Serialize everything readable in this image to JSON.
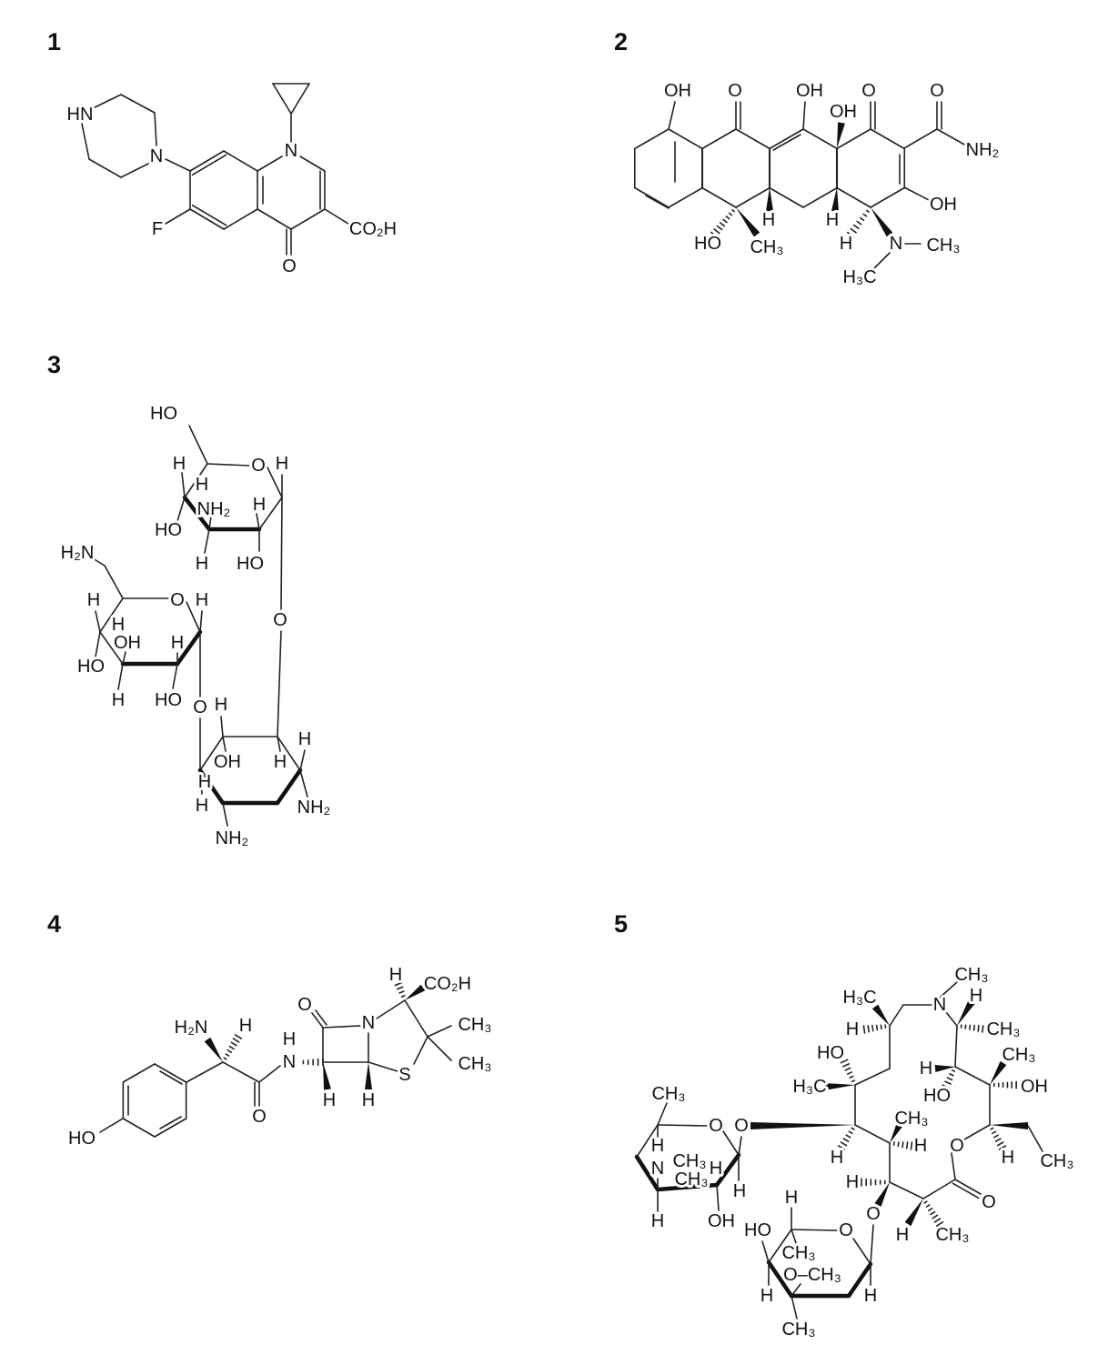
{
  "figure_labels": [
    "1",
    "2",
    "3",
    "4",
    "5"
  ],
  "molecules": [
    {
      "number": "1",
      "labels": [
        "HN",
        "N",
        "N",
        "F",
        "O",
        "CO₂H"
      ]
    },
    {
      "number": "2",
      "labels": [
        "OH",
        "O",
        "OH",
        "OH",
        "O",
        "O",
        "NH₂",
        "OH",
        "HO",
        "CH₃",
        "H",
        "H",
        "H",
        "N",
        "CH₃",
        "H₃C"
      ]
    },
    {
      "number": "3",
      "labels": [
        "HO",
        "H",
        "H",
        "NH₂",
        "H",
        "O",
        "H",
        "HO",
        "H",
        "HO",
        "H₂N",
        "H",
        "H",
        "O",
        "H",
        "OH",
        "H",
        "HO",
        "H",
        "HO",
        "O",
        "O",
        "H",
        "OH",
        "H",
        "H",
        "H",
        "H",
        "NH₂",
        "NH₂"
      ]
    },
    {
      "number": "4",
      "labels": [
        "H₂N",
        "H",
        "HO",
        "O",
        "H",
        "N",
        "O",
        "N",
        "H",
        "CO₂H",
        "CH₃",
        "CH₃",
        "S",
        "H",
        "H"
      ]
    },
    {
      "number": "5",
      "labels": [
        "CH₃",
        "H₃C",
        "N",
        "H",
        "H",
        "CH₃",
        "HO",
        "CH₃",
        "H",
        "H₃C",
        "HO",
        "OH",
        "CH₃",
        "O",
        "H",
        "H",
        "H",
        "CH₃",
        "H",
        "O",
        "O",
        "H",
        "CH₃",
        "CH₃",
        "O",
        "O",
        "H",
        "N",
        "CH₃",
        "CH₃",
        "H",
        "H",
        "H",
        "OH",
        "H",
        "HO",
        "O",
        "CH₃",
        "O–CH₃",
        "H",
        "H",
        "CH₃"
      ]
    }
  ]
}
